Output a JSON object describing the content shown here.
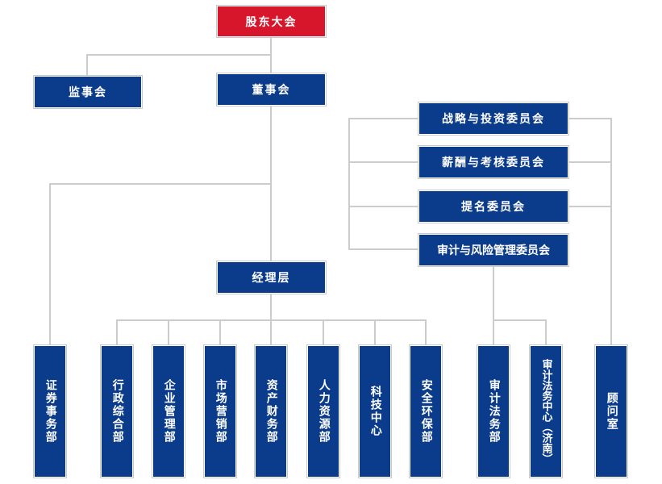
{
  "colors": {
    "primary": "#0b3c8c",
    "shareholder": "#d7152b",
    "line": "#cccccc"
  },
  "nodes": {
    "shareholders_meeting": "股东大会",
    "supervisory_board": "监事会",
    "board_of_directors": "董事会",
    "strategy_committee": "战略与投资委员会",
    "remuneration_committee": "薪酬与考核委员会",
    "nomination_committee": "提名委员会",
    "audit_risk_committee": "审计与风险管理委员会",
    "management": "经理层",
    "securities_affairs": "证券事务部",
    "admin_general": "行政综合部",
    "enterprise_management": "企业管理部",
    "marketing": "市场营销部",
    "asset_finance": "资产财务部",
    "human_resources": "人力资源部",
    "technology_center": "科技中心",
    "safety_environment": "安全环保部",
    "audit_legal": "审计法务部",
    "audit_legal_center": "审计法务中心（济南）",
    "advisory_office": "顾问室"
  }
}
